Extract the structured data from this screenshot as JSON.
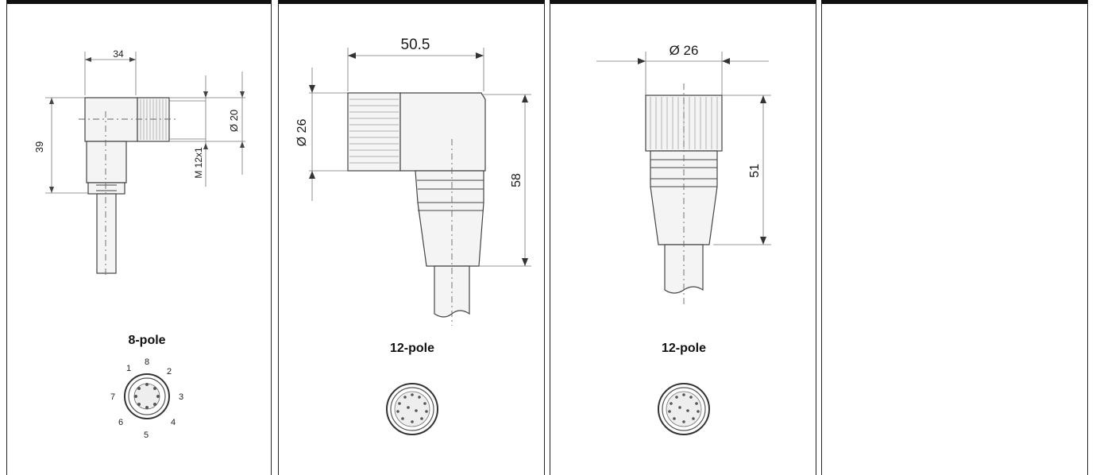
{
  "panels": [
    {
      "pole_label": "8-pole",
      "dimensions": {
        "width": "34",
        "height": "39",
        "diameter": "Ø 20",
        "thread": "M 12x1"
      },
      "pins": [
        "1",
        "8",
        "2",
        "7",
        "3",
        "6",
        "4",
        "5"
      ]
    },
    {
      "pole_label": "12-pole",
      "dimensions": {
        "width": "50.5",
        "diameter": "Ø 26",
        "height": "58"
      }
    },
    {
      "pole_label": "12-pole",
      "dimensions": {
        "diameter": "Ø 26",
        "height": "51"
      }
    },
    {}
  ]
}
